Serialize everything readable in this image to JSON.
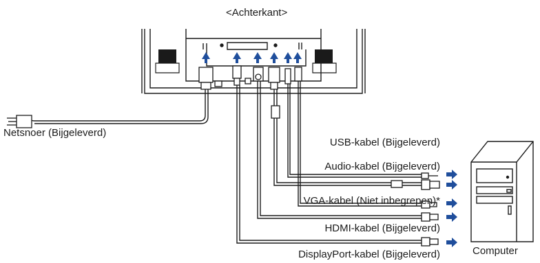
{
  "title": "<Achterkant>",
  "labels": {
    "power": "Netsnoer (Bijgeleverd)",
    "usb": "USB-kabel (Bijgeleverd)",
    "audio": "Audio-kabel (Bijgeleverd)",
    "vga": "VGA-kabel (Niet inbegrepen)*",
    "hdmi": "HDMI-kabel (Bijgeleverd)",
    "displayport": "DisplayPort-kabel (Bijgeleverd)",
    "computer": "Computer"
  },
  "colors": {
    "arrow": "#1f4e9c",
    "line": "#1a1a1a"
  }
}
